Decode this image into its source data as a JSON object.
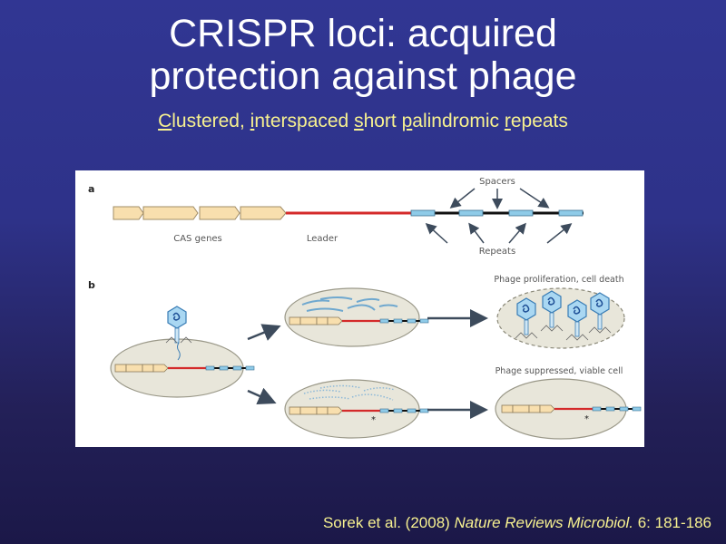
{
  "slide": {
    "title_line1": "CRISPR loci: acquired",
    "title_line2": "protection against phage",
    "subtitle": {
      "words": [
        {
          "first": "C",
          "rest": "lustered, "
        },
        {
          "first": "i",
          "rest": "nterspaced "
        },
        {
          "first": "s",
          "rest": "hort "
        },
        {
          "first": "p",
          "rest": "alindromic "
        },
        {
          "first": "r",
          "rest": "epeats"
        }
      ]
    },
    "citation": {
      "authors": "Sorek et al. (2008) ",
      "journal": "Nature Reviews Microbiol.",
      "volume_pages": " 6: 181-186"
    },
    "colors": {
      "background_top": "#313693",
      "background_bottom": "#1b1848",
      "title": "#ffffff",
      "subtitle": "#f7f190",
      "gene_fill": "#f8dfae",
      "leader": "#d42a2a",
      "repeat": "#8fcbe8",
      "spacer": "#111111"
    }
  },
  "figure": {
    "panel_a": {
      "label": "a",
      "cas_genes_label": "CAS genes",
      "leader_label": "Leader",
      "spacers_label": "Spacers",
      "repeats_label": "Repeats"
    },
    "panel_b": {
      "label": "b",
      "outcome_top": "Phage proliferation, cell death",
      "outcome_bottom": "Phage suppressed, viable cell",
      "marker": "*"
    }
  }
}
